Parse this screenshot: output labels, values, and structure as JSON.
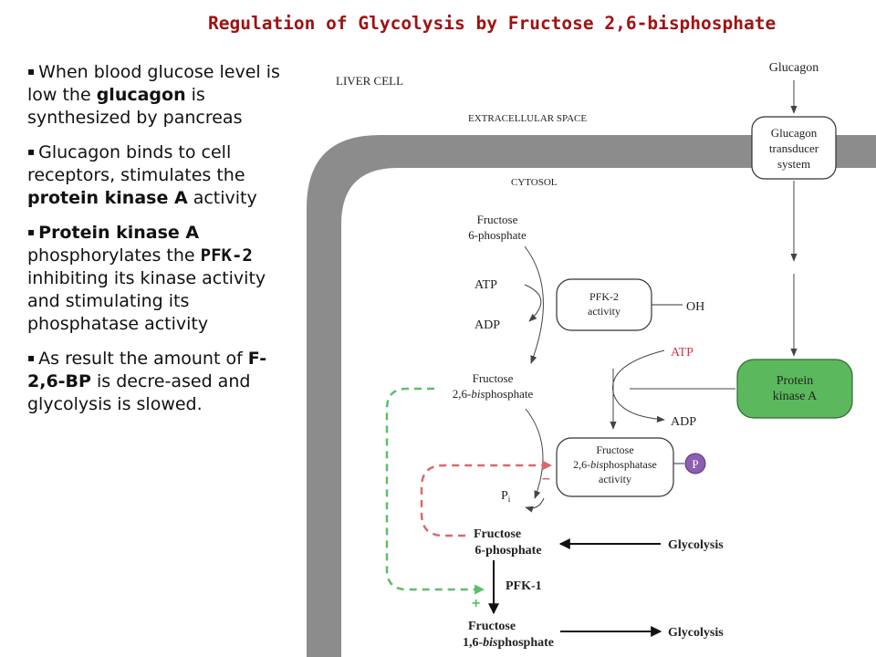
{
  "title": "Regulation of Glycolysis by Fructose 2,6-bisphosphate",
  "bullets": [
    {
      "symbol": "▪",
      "parts": [
        {
          "text": "When blood glucose level is low the ",
          "bold": false
        },
        {
          "text": "glucagon",
          "bold": true
        },
        {
          "text": " is synthesized by pancreas",
          "bold": false
        }
      ]
    },
    {
      "symbol": "▪",
      "parts": [
        {
          "text": "Glucagon binds to cell receptors, stimulates the ",
          "bold": false
        },
        {
          "text": "protein kinase A",
          "bold": true
        },
        {
          "text": " activity",
          "bold": false
        }
      ]
    },
    {
      "symbol": "▪",
      "parts": [
        {
          "text": "Protein kinase A",
          "bold": true
        },
        {
          "text": " phosphorylates the ",
          "bold": false
        },
        {
          "text": "PFK-2",
          "bold": true,
          "mono": true
        },
        {
          "text": " inhibiting its kinase activity and stimulating its phosphatase activity",
          "bold": false
        }
      ]
    },
    {
      "symbol": "▪",
      "parts": [
        {
          "text": "As result the amount of ",
          "bold": false
        },
        {
          "text": "F-2,6-BP",
          "bold": true
        },
        {
          "text": " is decre-ased and glycolysis is slowed.",
          "bold": false
        }
      ]
    }
  ],
  "diagram": {
    "liver_cell": "LIVER CELL",
    "extracellular_space": "EXTRACELLULAR SPACE",
    "cytosol": "CYTOSOL",
    "glucagon": "Glucagon",
    "transducer": [
      "Glucagon",
      "transducer",
      "system"
    ],
    "f6p_top": [
      "Fructose",
      "6-phosphate"
    ],
    "atp": "ATP",
    "adp": "ADP",
    "pfk2": [
      "PFK-2",
      "activity"
    ],
    "oh": "OH",
    "atp_red": "ATP",
    "f26bp": [
      "Fructose",
      "2,6-",
      "bis",
      "phosphate"
    ],
    "adp_right": "ADP",
    "pka": [
      "Protein",
      "kinase A"
    ],
    "phosphatase": [
      "Fructose",
      "2,6-",
      "bis",
      "phosphatase",
      "activity"
    ],
    "p_badge": "P",
    "minus": "–",
    "pi": "P",
    "pi_sub": "i",
    "f6p_bottom": [
      "Fructose",
      "6-phosphate"
    ],
    "glycolysis_1": "Glycolysis",
    "pfk1": "PFK-1",
    "plus": "+",
    "f16bp": [
      "Fructose",
      "1,6-",
      "bis",
      "phosphate"
    ],
    "glycolysis_2": "Glycolysis"
  },
  "colors": {
    "title": "#a01212",
    "membrane": "#8c8c8c",
    "green_dash": "#5cbf6a",
    "red_dash": "#d96a6a",
    "pka_fill": "#5cb85c",
    "p_badge": "#8e5fb0",
    "atp_red": "#d6334a"
  }
}
